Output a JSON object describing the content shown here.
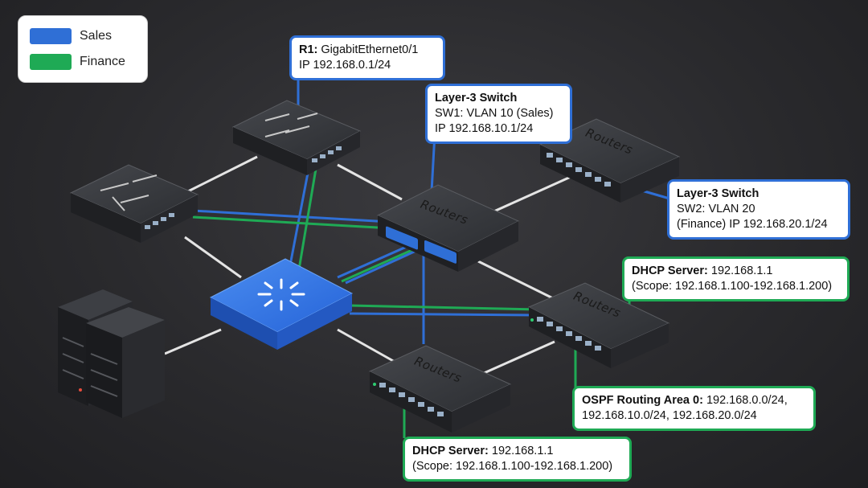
{
  "legend": {
    "items": [
      {
        "label": "Sales",
        "color": "#2f6fd6"
      },
      {
        "label": "Finance",
        "color": "#1faa55"
      }
    ]
  },
  "devices": {
    "router_label": "Routers",
    "routers": [
      "router-r1",
      "router-left",
      "router-center",
      "router-topright",
      "router-right",
      "router-bottom"
    ],
    "core_switch_icon": "core-switch-arrows-icon",
    "server_icon": "server-tower-icon"
  },
  "callouts": {
    "r1": {
      "title": "R1:",
      "line1": "GigabitEthernet0/1",
      "line2": "IP 192.168.0.1/24"
    },
    "sw1": {
      "title": "Layer-3 Switch",
      "line1": "SW1: VLAN 10 (Sales)",
      "line2": "IP 192.168.10.1/24"
    },
    "sw2": {
      "title": "Layer-3 Switch",
      "line1": "SW2: VLAN 20",
      "line2": "(Finance) IP 192.168.20.1/24"
    },
    "dhcp_right": {
      "title": "DHCP Server:",
      "line1": "192.168.1.1",
      "line2": "(Scope: 192.168.1.100-192.168.1.200)"
    },
    "ospf": {
      "title": "OSPF Routing Area 0:",
      "line1": "192.168.0.0/24,",
      "line2": "192.168.10.0/24, 192.168.20.0/24"
    },
    "dhcp_bottom": {
      "title": "DHCP Server:",
      "line1": "192.168.1.1",
      "line2": "(Scope: 192.168.1.100-192.168.1.200)"
    }
  },
  "colors": {
    "sales": "#2f6fd6",
    "finance": "#1faa55",
    "link": "#e6e6e6",
    "core_switch": "#2f73e0"
  }
}
